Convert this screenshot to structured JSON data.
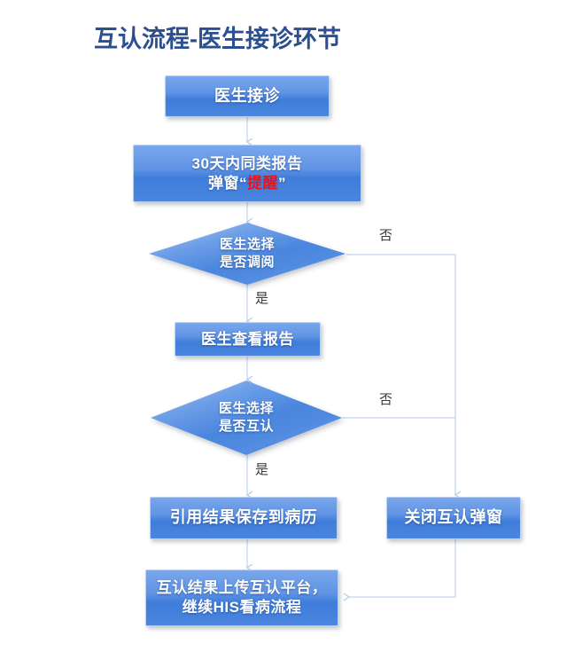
{
  "page": {
    "title": "互认流程-医生接诊环节",
    "title_color": "#2c4f92",
    "background": "#ffffff"
  },
  "theme": {
    "node_fill_top": "#7aa7ec",
    "node_fill_bottom": "#3f7ddb",
    "node_text": "#ffffff",
    "diamond_fill_light": "#a8c4ee",
    "diamond_fill_main": "#4a86de",
    "connector_color": "#c3d3ec",
    "branch_label_color": "#3a3a3a",
    "highlight_color": "#e8141b"
  },
  "chart_data": {
    "type": "diagram",
    "title": "互认流程-医生接诊环节",
    "nodes": [
      {
        "id": "n1",
        "shape": "process",
        "label": "医生接诊"
      },
      {
        "id": "n2",
        "shape": "process",
        "label_line1": "30天内同类报告",
        "label_line2_prefix": "弹窗“",
        "label_line2_highlight": "提醒",
        "label_line2_suffix": "”"
      },
      {
        "id": "d1",
        "shape": "decision",
        "label_line1": "医生选择",
        "label_line2": "是否调阅"
      },
      {
        "id": "n3",
        "shape": "process",
        "label": "医生查看报告"
      },
      {
        "id": "d2",
        "shape": "decision",
        "label_line1": "医生选择",
        "label_line2": "是否互认"
      },
      {
        "id": "n4",
        "shape": "process",
        "label": "引用结果保存到病历"
      },
      {
        "id": "n5",
        "shape": "process",
        "label": "关闭互认弹窗"
      },
      {
        "id": "n6",
        "shape": "process",
        "label_line1": "互认结果上传互认平台，",
        "label_line2": "继续HIS看病流程"
      }
    ],
    "edges": [
      {
        "from": "n1",
        "to": "d1",
        "label": ""
      },
      {
        "from": "n2",
        "to": "d1",
        "label": ""
      },
      {
        "from": "d1",
        "to": "n3",
        "label": "是"
      },
      {
        "from": "d1",
        "to": "n5",
        "label": "否"
      },
      {
        "from": "n3",
        "to": "d2",
        "label": ""
      },
      {
        "from": "d2",
        "to": "n4",
        "label": "是"
      },
      {
        "from": "d2",
        "to": "n5",
        "label": "否"
      },
      {
        "from": "n4",
        "to": "n6",
        "label": ""
      },
      {
        "from": "n5",
        "to": "n6",
        "label": ""
      }
    ]
  },
  "nodes": {
    "doctor_reception": {
      "label": "医生接诊"
    },
    "popup_reminder": {
      "line1": "30天内同类报告",
      "line2_prefix": "弹窗“",
      "line2_highlight": "提醒",
      "line2_suffix": "”"
    },
    "decision_retrieve": {
      "line1": "医生选择",
      "line2": "是否调阅"
    },
    "doctor_view_report": {
      "label": "医生查看报告"
    },
    "decision_mutual": {
      "line1": "医生选择",
      "line2": "是否互认"
    },
    "save_to_record": {
      "label": "引用结果保存到病历"
    },
    "close_popup": {
      "label": "关闭互认弹窗"
    },
    "upload_platform": {
      "line1": "互认结果上传互认平台，",
      "line2": "继续HIS看病流程"
    }
  },
  "branch_labels": {
    "retrieve_no": "否",
    "retrieve_yes": "是",
    "mutual_no": "否",
    "mutual_yes": "是"
  }
}
